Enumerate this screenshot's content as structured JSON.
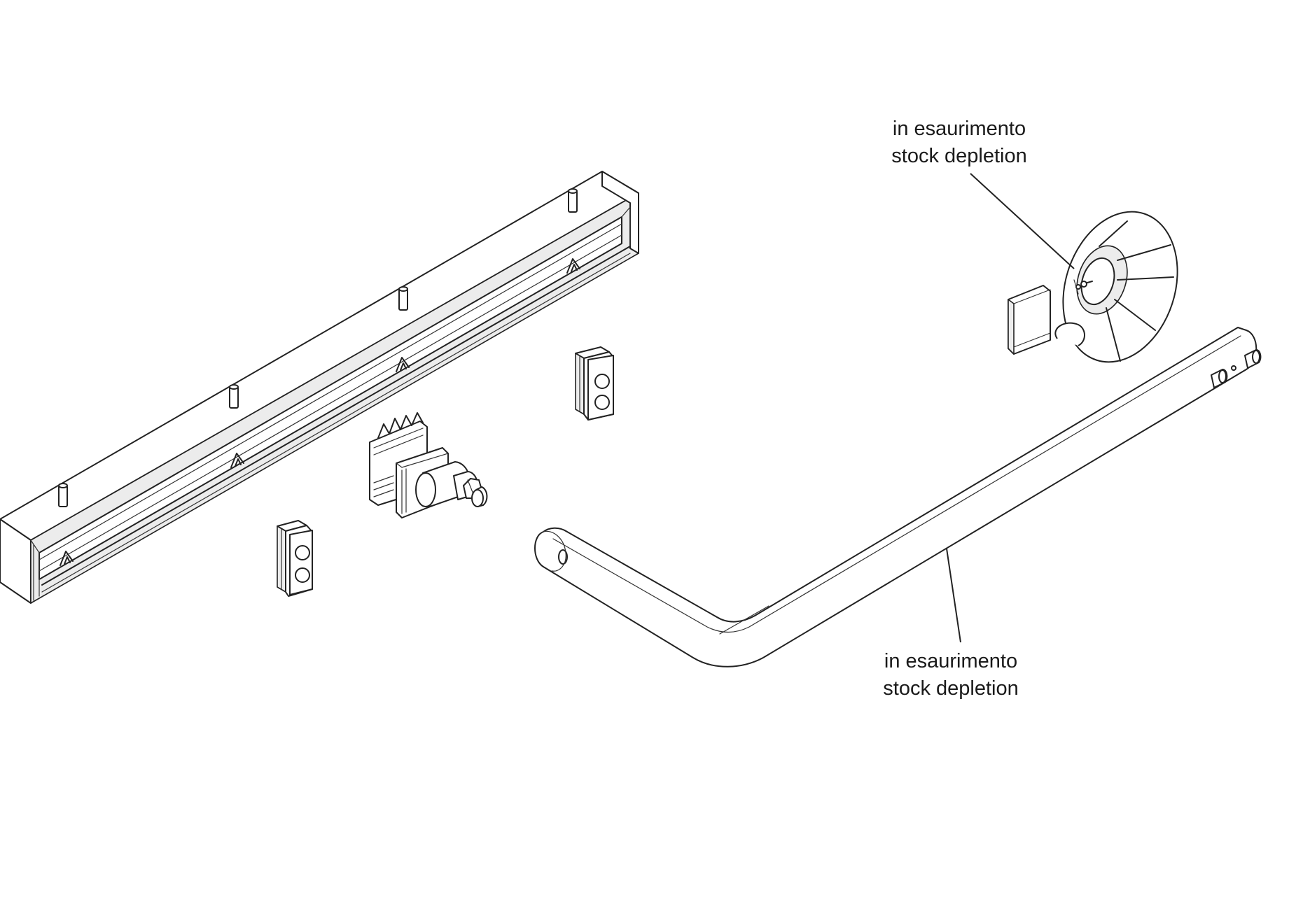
{
  "callouts": [
    {
      "line1": "in esaurimento",
      "line2": "stock depletion"
    },
    {
      "line1": "in esaurimento",
      "line2": "stock depletion"
    }
  ]
}
